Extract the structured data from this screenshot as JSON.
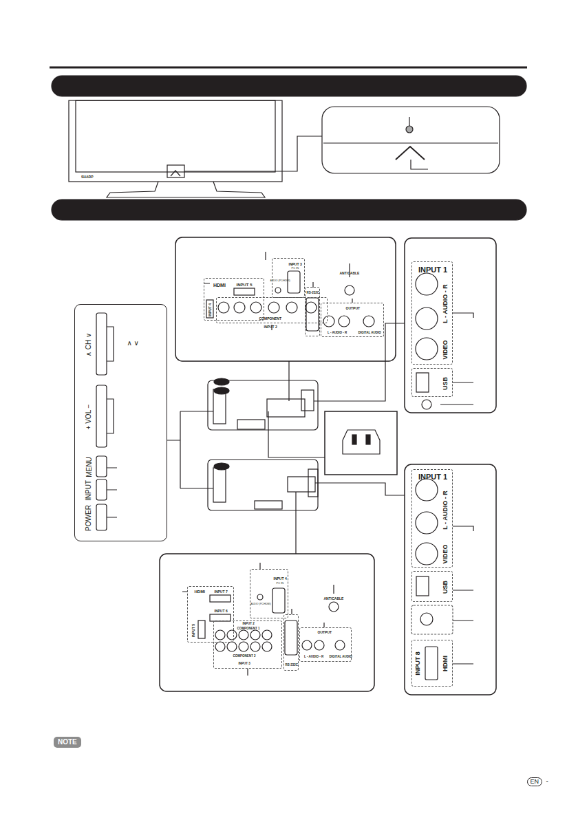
{
  "diagram": {
    "nodes": [
      {
        "text": [
          "∧ CH ∨",
          "∧ ∨",
          "+ VOL −",
          "MENU",
          "INPUT",
          "POWER"
        ]
      },
      {
        "text": [
          "HDMI",
          "INPUT 5",
          "INPUT 4"
        ]
      },
      {
        "text": [
          "INPUT 3",
          "PC IN",
          "AUDIO (PC/HDMI)"
        ]
      },
      {
        "text": [
          "COMPONENT",
          "INPUT 2"
        ]
      },
      {
        "text": [
          "RS-232C"
        ]
      },
      {
        "text": [
          "OUTPUT",
          "L - AUDIO - R",
          "DIGITAL AUDIO"
        ]
      },
      {
        "text": [
          "INPUT 1",
          "L - AUDIO - R",
          "VIDEO"
        ]
      },
      {
        "text": [
          "USB"
        ]
      },
      {
        "text": [
          "HDMI",
          "INPUT 7",
          "INPUT 6",
          "INPUT 5"
        ]
      },
      {
        "text": [
          "AUDIO (PC/HDMI)",
          "INPUT 4",
          "PC IN"
        ]
      },
      {
        "text": [
          "INPUT 2",
          "COMPONENT 1",
          "COMPONENT 2",
          "INPUT 3"
        ]
      },
      {
        "text": [
          "RS-232C"
        ]
      },
      {
        "text": [
          "OUTPUT",
          "L - AUDIO - R",
          "DIGITAL AUDIO"
        ]
      },
      {
        "text": [
          "INPUT 1",
          "L - AUDIO - R",
          "VIDEO"
        ]
      },
      {
        "text": [
          "USB"
        ]
      },
      {
        "text": [
          "INPUT 8",
          "HDMI"
        ]
      }
    ],
    "labels": [
      "SHARP",
      "ANT/CABLE",
      "ANT/CABLE",
      "NOTE",
      "EN",
      "-"
    ]
  }
}
